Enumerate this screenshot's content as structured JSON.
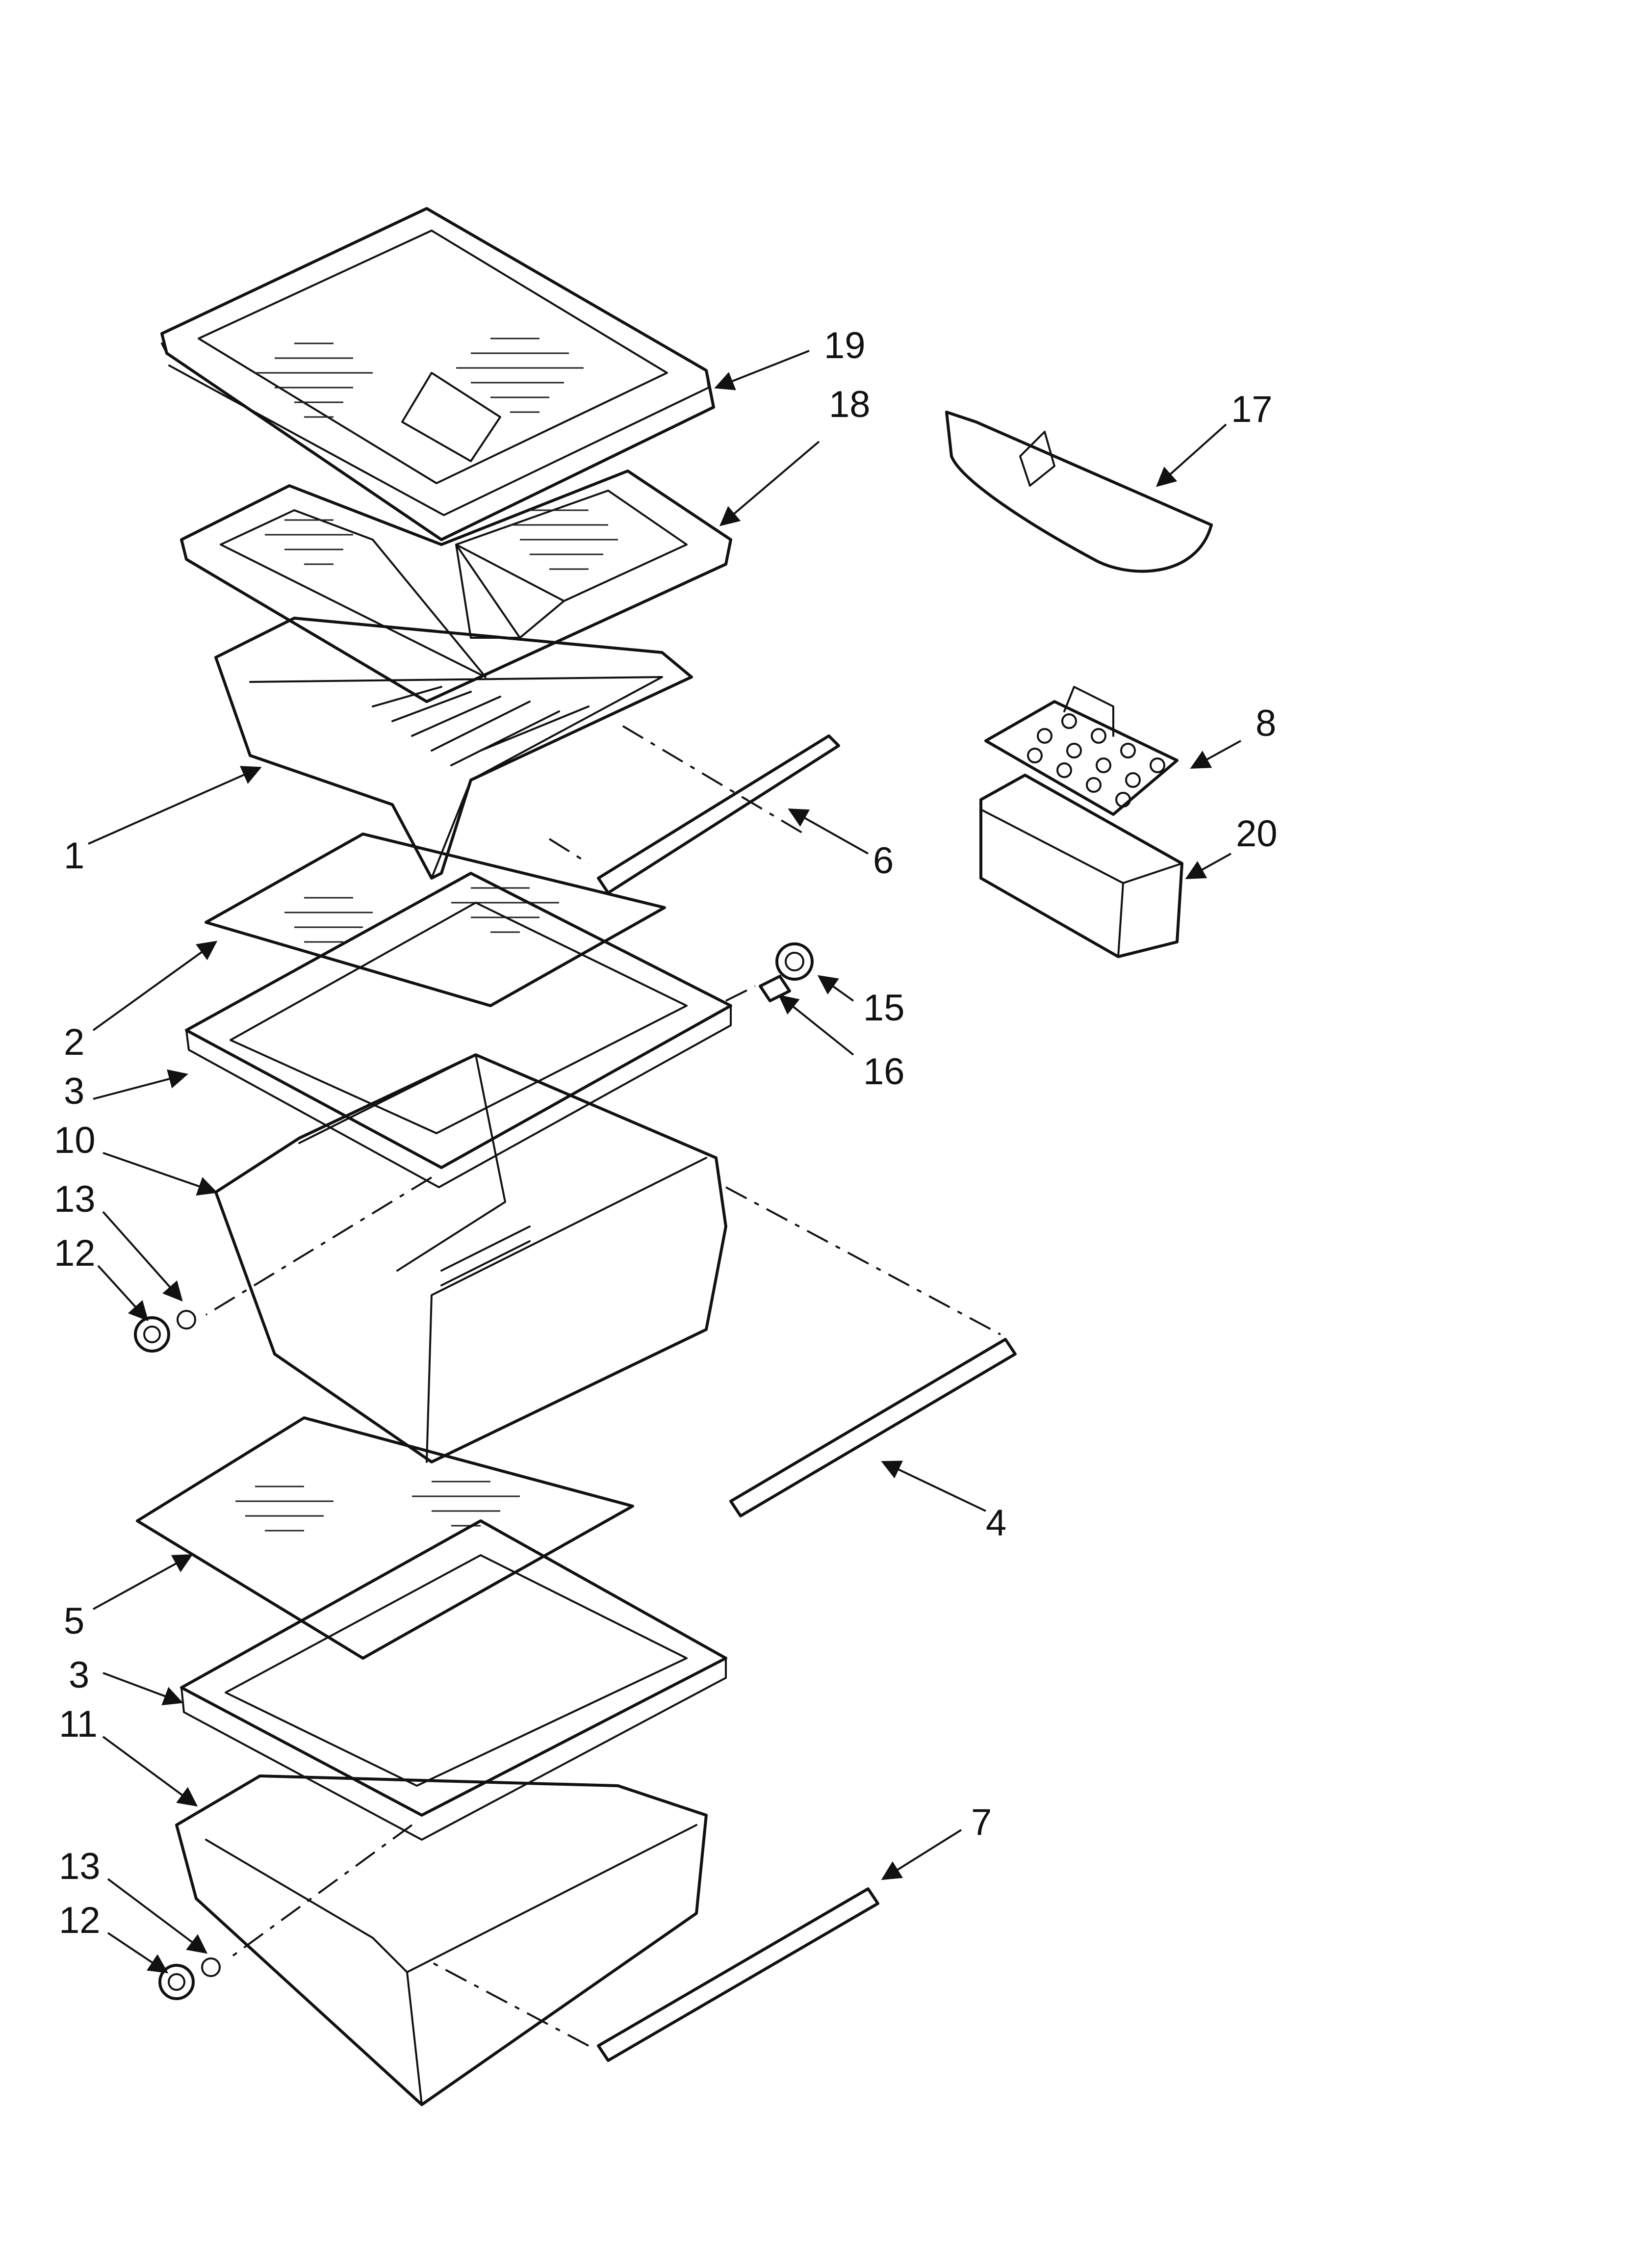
{
  "diagram": {
    "type": "exploded-parts-view",
    "callouts": {
      "c1": "1",
      "c2": "2",
      "c3a": "3",
      "c3b": "3",
      "c4": "4",
      "c5": "5",
      "c6": "6",
      "c7": "7",
      "c8": "8",
      "c10": "10",
      "c11": "11",
      "c12a": "12",
      "c12b": "12",
      "c13a": "13",
      "c13b": "13",
      "c15": "15",
      "c16": "16",
      "c17": "17",
      "c18": "18",
      "c19": "19",
      "c20": "20"
    }
  }
}
